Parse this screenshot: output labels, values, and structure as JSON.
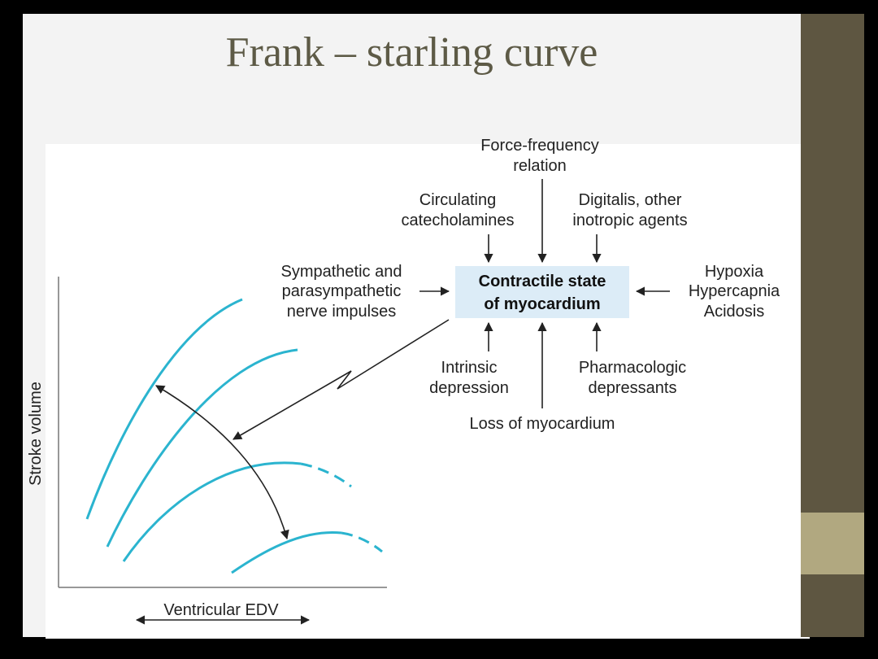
{
  "slide": {
    "title": "Frank – starling curve"
  },
  "diagram": {
    "center_box": {
      "line1": "Contractile state",
      "line2": "of myocardium",
      "fill": "#dcecf7"
    },
    "top_center": {
      "line1": "Force-frequency",
      "line2": "relation"
    },
    "top_left": {
      "line1": "Circulating",
      "line2": "catecholamines"
    },
    "top_right": {
      "line1": "Digitalis, other",
      "line2": "inotropic agents"
    },
    "left": {
      "line1": "Sympathetic and",
      "line2": "parasympathetic",
      "line3": "nerve impulses"
    },
    "right": {
      "line1": "Hypoxia",
      "line2": "Hypercapnia",
      "line3": "Acidosis"
    },
    "bottom_left": {
      "line1": "Intrinsic",
      "line2": "depression"
    },
    "bottom_right": {
      "line1": "Pharmacologic",
      "line2": "depressants"
    },
    "bottom_center": "Loss of myocardium",
    "y_axis_label": "Stroke volume",
    "x_axis_label": "Ventricular EDV",
    "curve_color": "#2bb4cf"
  },
  "theme": {
    "accent_dark": "#5e5641",
    "accent_light": "#b1a880",
    "title_color": "#5d5a46"
  }
}
